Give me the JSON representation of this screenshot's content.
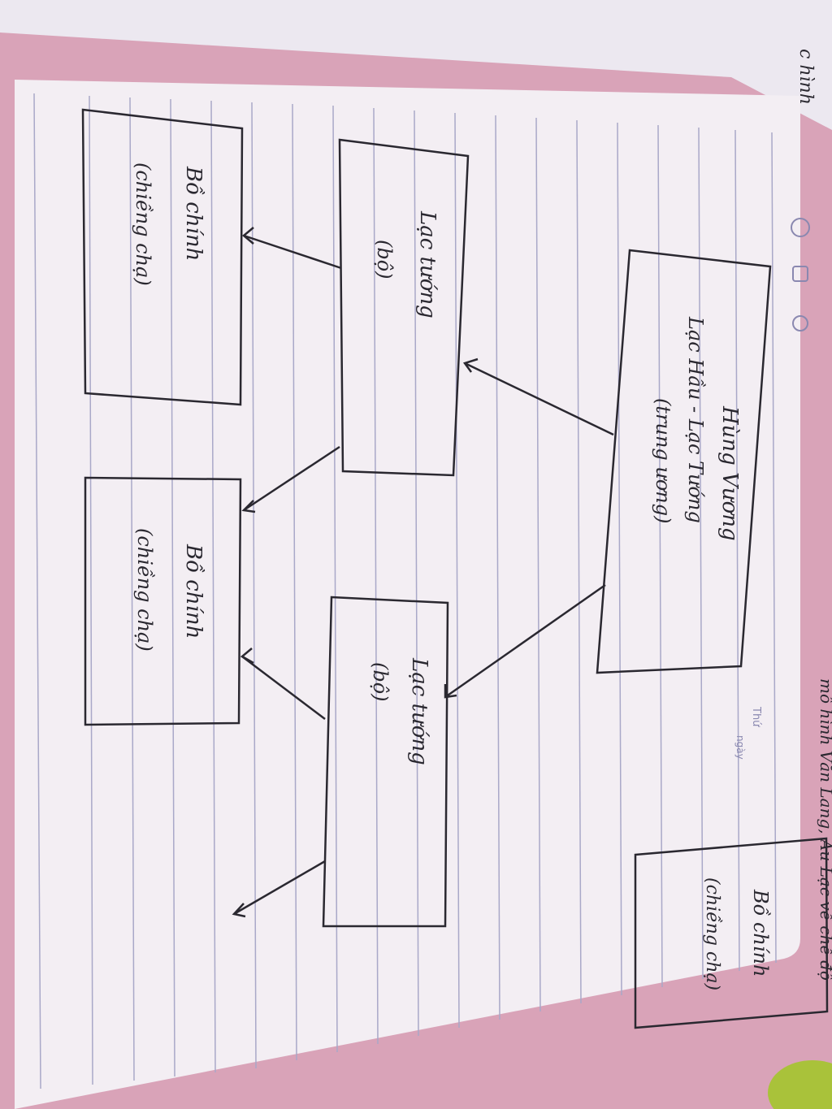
{
  "header": {
    "thu_label": "Thứ",
    "ngay_label": "ngày",
    "title_text": "mô hình Văn Lang, Âu Lạc về chế độ",
    "corner_text": "c hình"
  },
  "diagram": {
    "root": {
      "line1": "Hùng Vương",
      "line2": "Lạc Hầu - Lạc Tướng",
      "line3": "(trung ương)"
    },
    "lac_tuong_left": {
      "line1": "Lạc tướng",
      "line2": "(bộ)"
    },
    "lac_tuong_right": {
      "line1": "Lạc tướng",
      "line2": "(bộ)"
    },
    "bo_chinh_1": {
      "line1": "Bồ chính",
      "line2": "(chiềng chạ)"
    },
    "bo_chinh_2": {
      "line1": "Bồ chính",
      "line2": "(chiềng chạ)"
    },
    "bo_chinh_3": {
      "line1": "Bồ chính",
      "line2": "(chiềng chạ)"
    }
  },
  "colors": {
    "paper": "#f3eef3",
    "ruling": "#a9a8c8",
    "ink": "#2a2830",
    "background": "#d9a3b8"
  }
}
